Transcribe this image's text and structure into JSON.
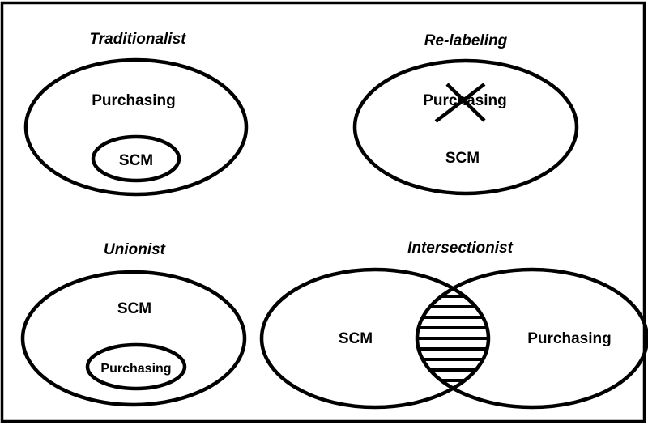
{
  "diagram": {
    "colors": {
      "stroke": "#000000",
      "background": "#ffffff"
    },
    "panels": [
      {
        "id": "traditionalist",
        "title": "Traditionalist",
        "outer_label": "Purchasing",
        "inner_label": "SCM",
        "relation": "SCM contained within Purchasing"
      },
      {
        "id": "re-labeling",
        "title": "Re-labeling",
        "crossed_label": "Purchasing",
        "label": "SCM",
        "relation": "Purchasing renamed to SCM (crossed out)"
      },
      {
        "id": "unionist",
        "title": "Unionist",
        "outer_label": "SCM",
        "inner_label": "Purchasing",
        "relation": "Purchasing contained within SCM"
      },
      {
        "id": "intersectionist",
        "title": "Intersectionist",
        "left_label": "SCM",
        "right_label": "Purchasing",
        "relation": "SCM and Purchasing overlap (hatched intersection)"
      }
    ]
  }
}
